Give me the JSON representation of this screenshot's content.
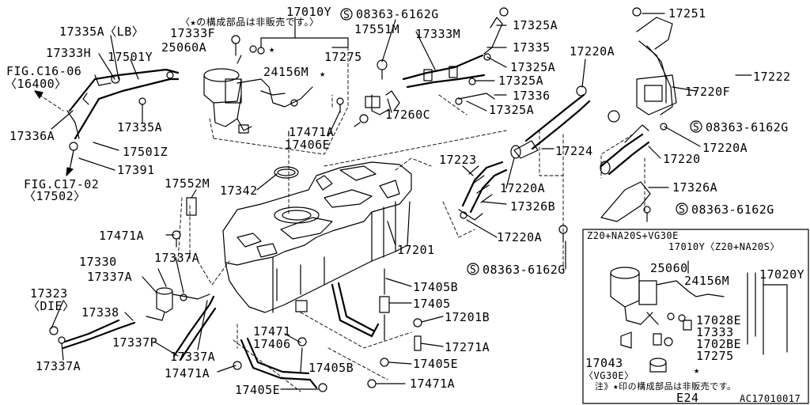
{
  "labels": {
    "p17010Y": "17010Y",
    "p17335A_LB": "17335A〈LB〉",
    "p17333F": "17333F",
    "note_top": "〈★の構成部品は非販売です。〉",
    "s08363_1": "08363-6162G",
    "p17325A_1": "17325A",
    "p17251": "17251",
    "p25060A": "25060A",
    "p17551M": "17551M",
    "p17333M": "17333M",
    "p17335": "17335",
    "p17333H": "17333H",
    "p17501Y": "17501Y",
    "p17275": "17275",
    "p17325A_2": "17325A",
    "p17220A_1": "17220A",
    "p17222": "17222",
    "fig1606": "FIG.C16-06",
    "fig1606b": "〈16400〉",
    "p24156M": "24156M",
    "p17325A_3": "17325A",
    "p17336": "17336",
    "p17220F": "17220F",
    "p17335A": "17335A",
    "p17260C": "17260C",
    "p17325A_4": "17325A",
    "s08363_2": "08363-6162G",
    "p17336A": "17336A",
    "p17471A_1": "17471A",
    "p17406E": "17406E",
    "p17501Z": "17501Z",
    "p17224": "17224",
    "p17220A_2": "17220A",
    "p17220": "17220",
    "p17391": "17391",
    "p17223": "17223",
    "fig1702": "FIG.C17-02",
    "fig1702b": "〈17502〉",
    "p17552M": "17552M",
    "p17342": "17342",
    "p17220A_3": "17220A",
    "p17326A": "17326A",
    "p17326B": "17326B",
    "s08363_3": "08363-6162G",
    "p17471A_2": "17471A",
    "box_title": "Z20+NA20S+VG30E",
    "p17220A_4": "17220A",
    "p17201": "17201",
    "p17010Y_b": "17010Y〈Z20+NA20S〉",
    "p17330": "17330",
    "p17337A_1": "17337A",
    "s08363_4": "08363-6162G",
    "p25060": "25060",
    "p17020Y": "17020Y",
    "p17337A_2": "17337A",
    "p24156M_b": "24156M",
    "p17323": "17323",
    "p17323b": "〈DIE〉",
    "p17405B_1": "17405B",
    "p17405": "17405",
    "p17338": "17338",
    "p17201B": "17201B",
    "p17028E": "17028E",
    "p17471_c": "17471",
    "p17333_b": "17333",
    "p17406": "17406",
    "p17271A": "17271A",
    "p1702BE": "1702BE",
    "p17337P": "17337P",
    "p17337A_3": "17337A",
    "p17405B_2": "17405B",
    "p17405E_1": "17405E",
    "p17275_b": "17275",
    "p17337A_4": "17337A",
    "p17471A_3": "17471A",
    "p17043": "17043",
    "p17043b": "〈VG30E〉",
    "p17471A_4": "17471A",
    "p17405E_2": "17405E",
    "note_bottom": "注》★印の構成部品は非販売です。",
    "page_code": "E24",
    "drawing_id": "AC17010017",
    "s_symbol": "S",
    "star": "★"
  }
}
